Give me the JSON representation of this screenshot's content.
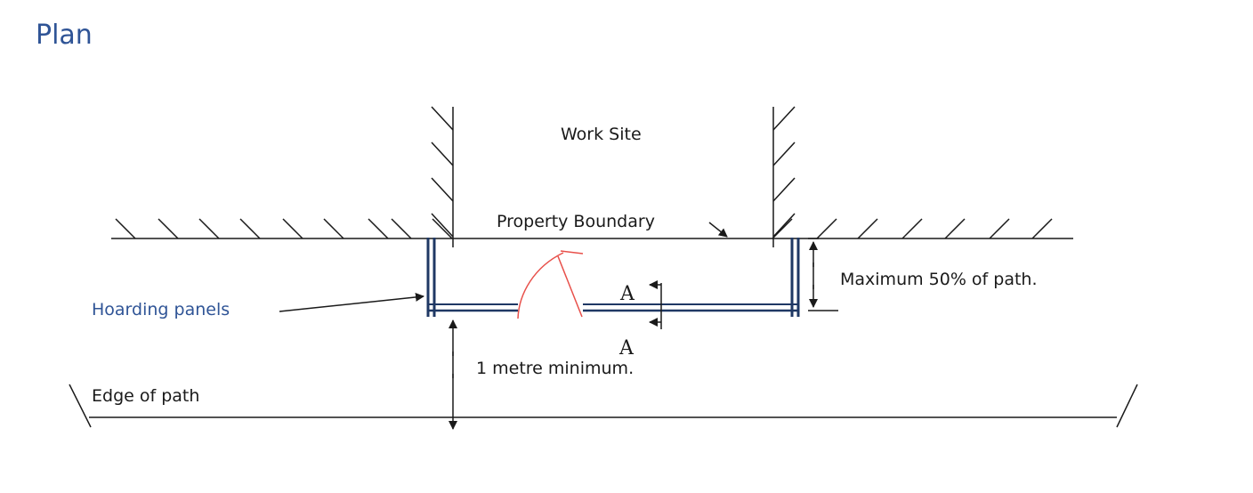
{
  "heading": "Plan",
  "labels": {
    "work_site": "Work Site",
    "property_boundary": "Property Boundary",
    "hoarding_panels": "Hoarding panels",
    "maximum_path": "Maximum 50% of path.",
    "section_a_top": "A",
    "section_a_bottom": "A",
    "min_width": "1 metre minimum.",
    "edge_of_path": "Edge of path"
  },
  "colors": {
    "heading": "#2f5496",
    "hoarding_panels_label": "#2f5496",
    "panel": "#1f3864",
    "gate_swing": "#e8504a",
    "lines": "#1a1a1a"
  }
}
